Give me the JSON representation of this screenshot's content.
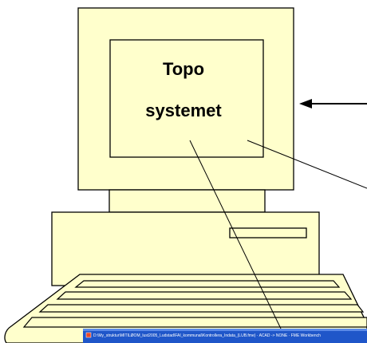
{
  "screen": {
    "line1": "Topo",
    "line2": "systemet"
  },
  "taskbar": {
    "title": "D:\\My_struktur\\MITILØOM_lust2005_Ludstad\\FAI_kommunal\\Kontrollera_Indata_(LUB.fme) · ACAD -> NONE · FME Workbench"
  },
  "colors": {
    "body_fill": "#ffffcc",
    "outline": "#000000",
    "taskbar": "#1f56c9"
  }
}
